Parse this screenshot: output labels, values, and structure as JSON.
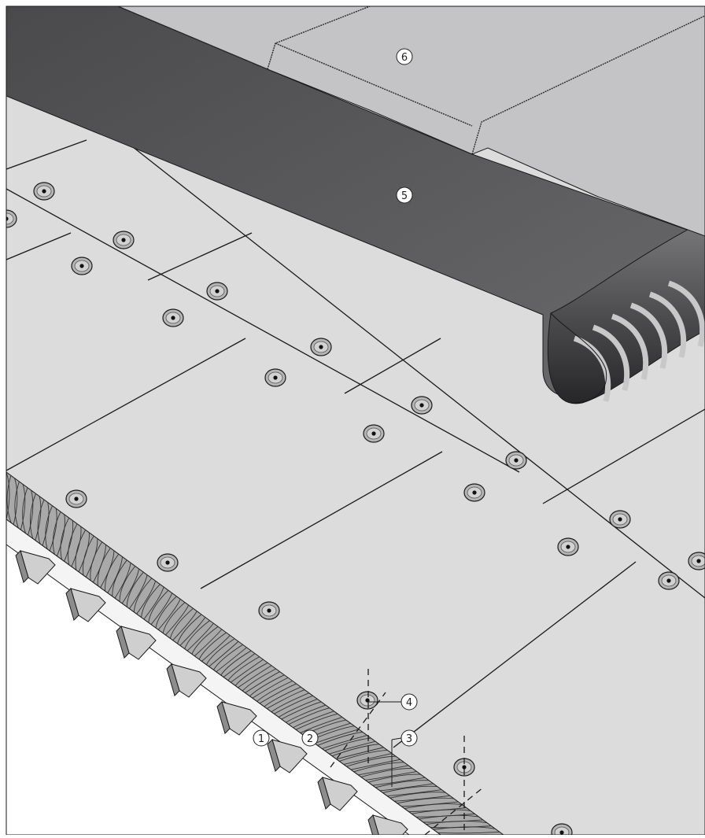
{
  "diagram": {
    "callouts": [
      {
        "id": "1",
        "text": "1"
      },
      {
        "id": "2",
        "text": "2"
      },
      {
        "id": "3",
        "text": "3"
      },
      {
        "id": "4",
        "text": "4"
      },
      {
        "id": "5",
        "text": "5"
      },
      {
        "id": "6",
        "text": "6"
      }
    ]
  },
  "colors": {
    "background": "#ffffff",
    "board": "#dcdcdc",
    "board_line": "#1a1a1a",
    "membrane": "#5e5e60",
    "membrane_dark": "#3a3a3c",
    "top_sheet": "#c4c4c6",
    "insulation": "#9a9a9a",
    "deck": "#cfcfcf",
    "deck_shadow": "#8d8d8d",
    "fastener": "#b5b5b5"
  }
}
